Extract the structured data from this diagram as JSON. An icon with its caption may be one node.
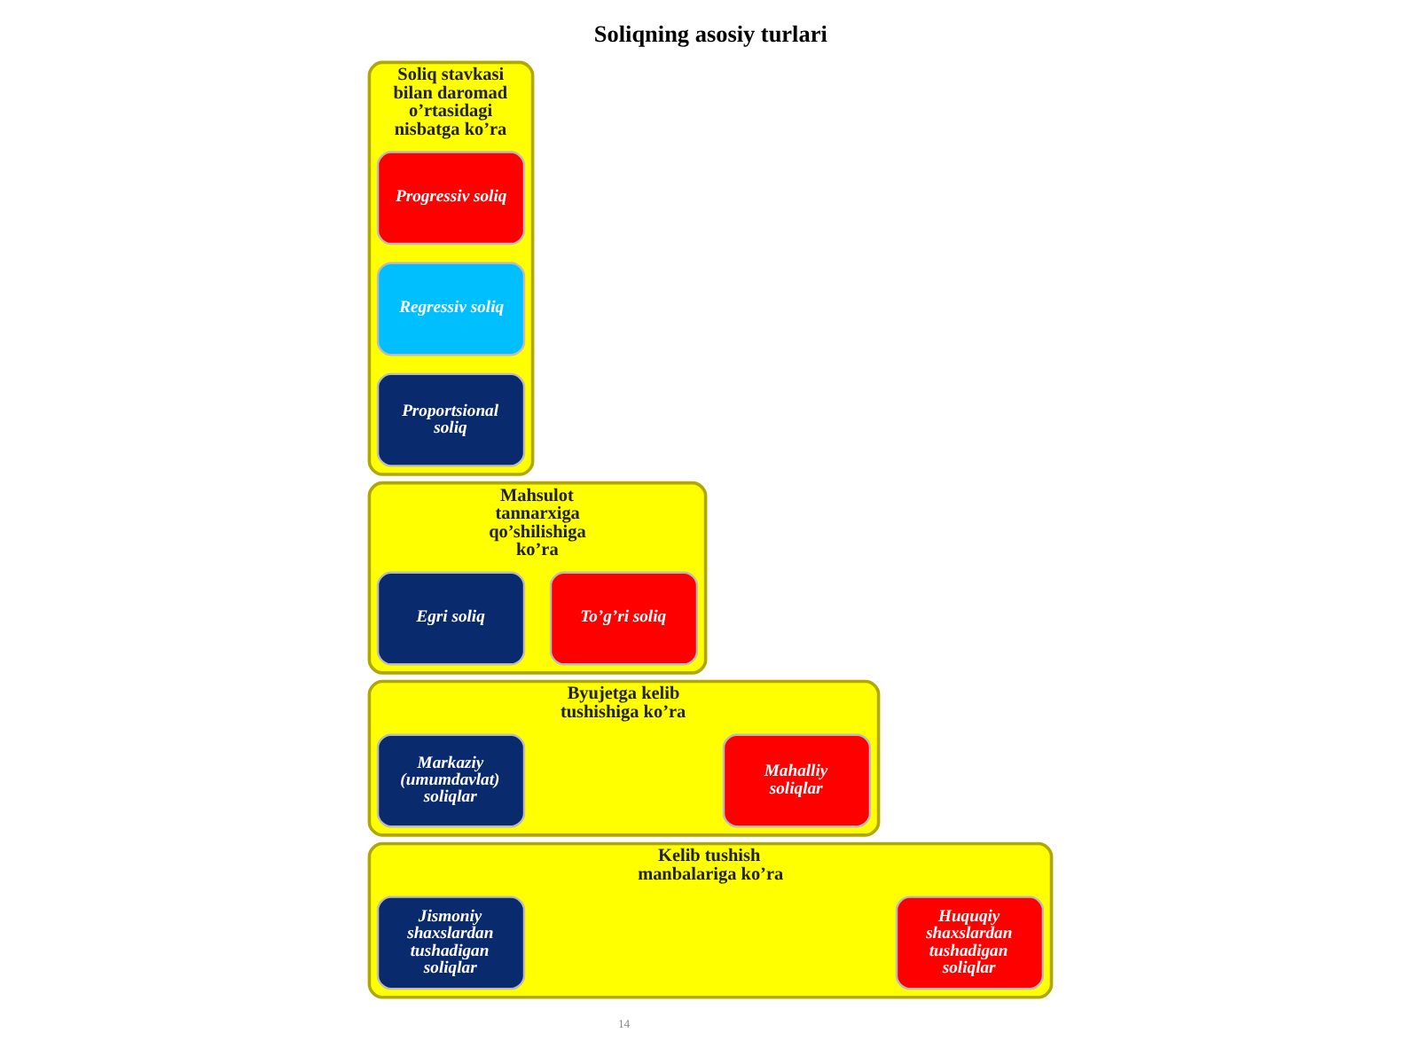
{
  "diagram": {
    "title": "Soliqning asosiy turlari",
    "nodes": [
      {
        "text": [
          "Soliq stavkasi bilan daromad o’rtasidagi nisbatga ko’ra"
        ]
      },
      {
        "text": [
          "Progressiv soliq"
        ],
        "in": 0
      },
      {
        "text": [
          "Regressiv soliq"
        ],
        "in": 0
      },
      {
        "text": [
          "Proportsional soliq"
        ],
        "in": 0
      },
      {
        "text": [
          "Mahsulot tannarxiga qo’shilishiga ko’ra"
        ]
      },
      {
        "text": [
          "To’g’ri soliq"
        ],
        "in": 4
      },
      {
        "text": [
          "Egri soliq"
        ],
        "in": 4
      },
      {
        "text": [
          "Byujetga kelib tushishiga ko’ra"
        ]
      },
      {
        "text": [
          "Mahalliy soliqlar"
        ],
        "in": 7
      },
      {
        "text": [
          "Markaziy (umumdavlat) soliqlar"
        ],
        "in": 7
      },
      {
        "text": [
          "Kelib tushish manbalariga ko’ra"
        ]
      },
      {
        "text": [
          "Huquqiy shaxslardan tushadigan soliqlar"
        ],
        "in": 10
      },
      {
        "text": [
          "Jismoniy shaxslardan tushadigan soliqlar"
        ],
        "in": 10
      }
    ],
    "edges": [],
    "labels": [
      "14"
    ]
  }
}
